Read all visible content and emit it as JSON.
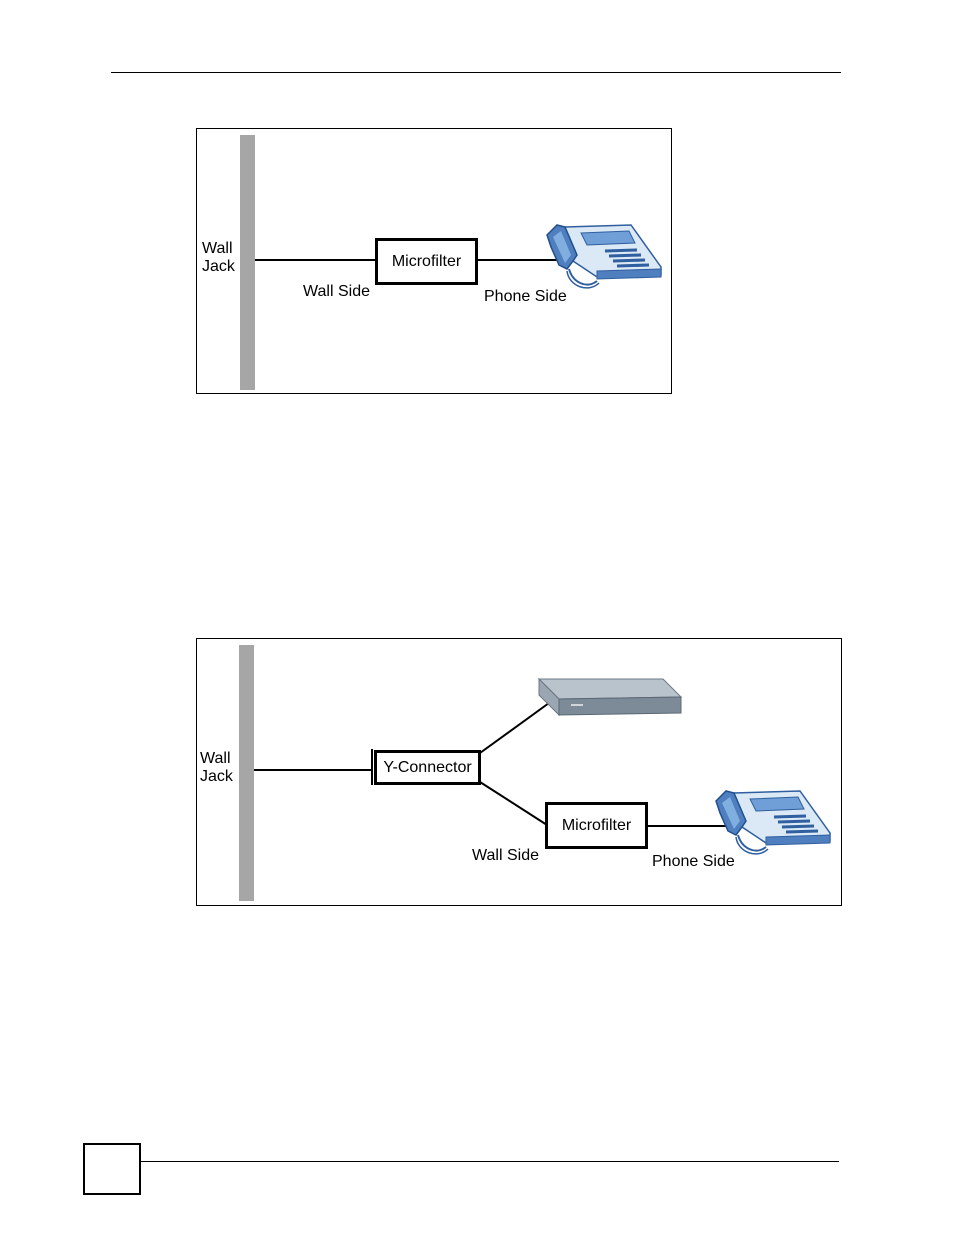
{
  "figure1": {
    "wall_jack_line1": "Wall",
    "wall_jack_line2": "Jack",
    "microfilter_label": "Microfilter",
    "wall_side_label": "Wall Side",
    "phone_side_label": "Phone Side"
  },
  "figure2": {
    "wall_jack_line1": "Wall",
    "wall_jack_line2": "Jack",
    "y_connector_label": "Y-Connector",
    "microfilter_label": "Microfilter",
    "wall_side_label": "Wall Side",
    "phone_side_label": "Phone Side"
  },
  "colors": {
    "wall_jack": "#a6a6a6",
    "phone_blue": "#4f7fbf",
    "phone_light": "#dbe8f6",
    "device_gray": "#8d9aa6"
  },
  "icons": {
    "phone": "telephone-icon",
    "device": "modem-device-icon"
  }
}
